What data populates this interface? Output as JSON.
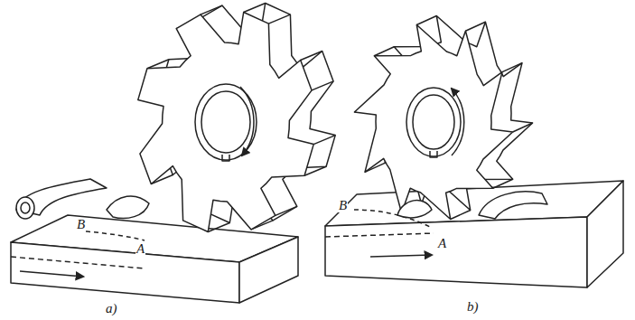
{
  "diagram": {
    "labels": [
      "B",
      "A",
      "a)",
      "B",
      "A",
      "b)"
    ]
  }
}
